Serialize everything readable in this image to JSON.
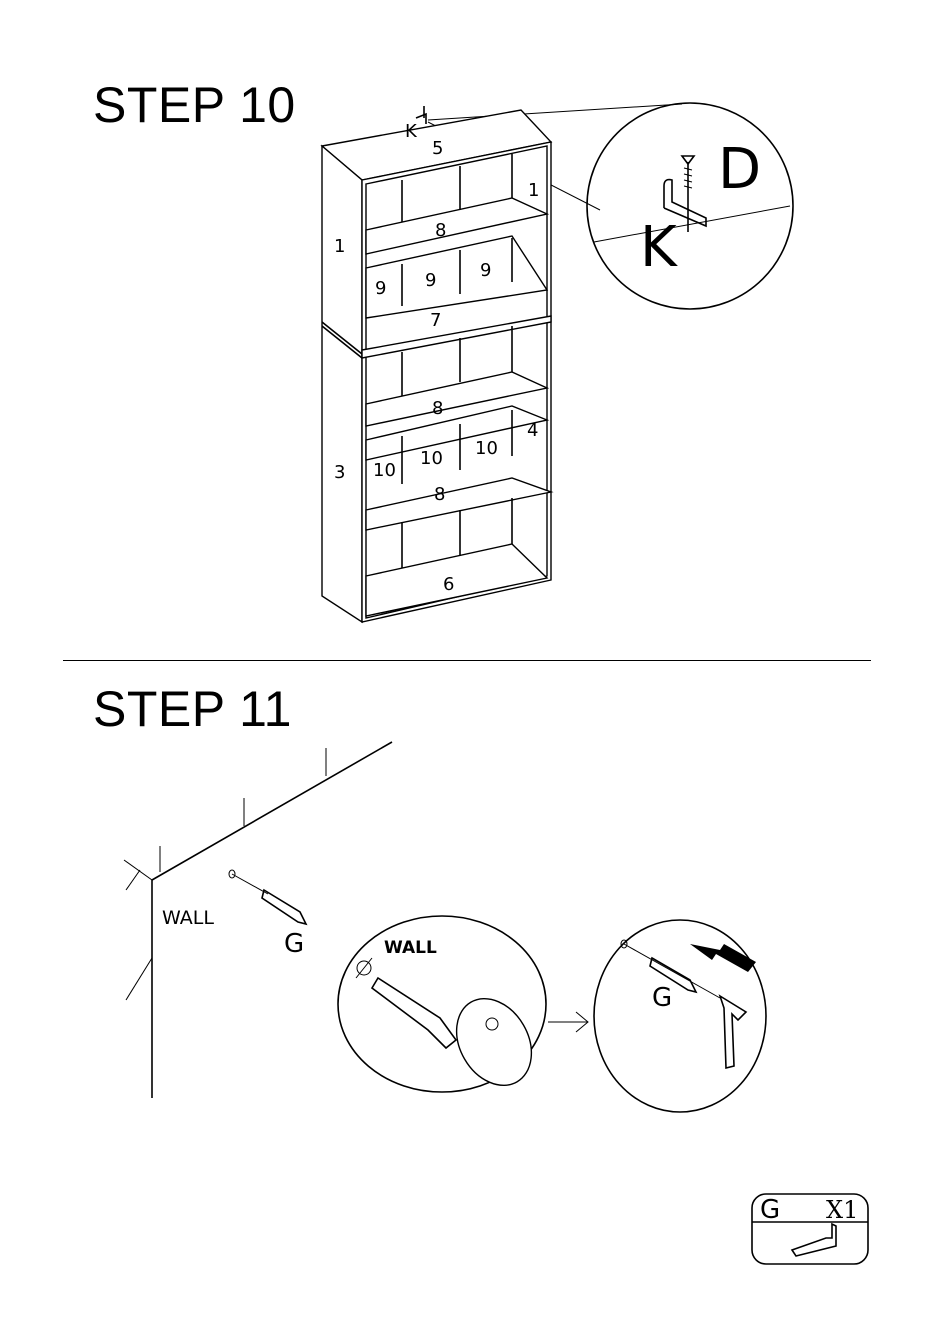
{
  "steps": {
    "step10": {
      "title": "STEP 10",
      "part_labels": {
        "top": "5",
        "side_right_upper": "1",
        "side_left_upper": "1",
        "shelf_upper": "8",
        "div_a": "9",
        "div_b": "9",
        "div_c": "9",
        "mid": "7",
        "shelf_lower_a": "8",
        "side_right_lower": "4",
        "side_left_lower": "3",
        "div_d": "10",
        "div_e": "10",
        "div_f": "10",
        "shelf_lower_b": "8",
        "bottom": "6",
        "bracket_small": "K"
      },
      "detail": {
        "screw": "D",
        "bracket": "K"
      }
    },
    "step11": {
      "title": "STEP 11",
      "wall_label": "WALL",
      "anchor_label": "G",
      "detail_wall_label": "WALL",
      "detail_anchor_label": "G"
    }
  },
  "parts_box": {
    "part": "G",
    "quantity": "X1"
  }
}
